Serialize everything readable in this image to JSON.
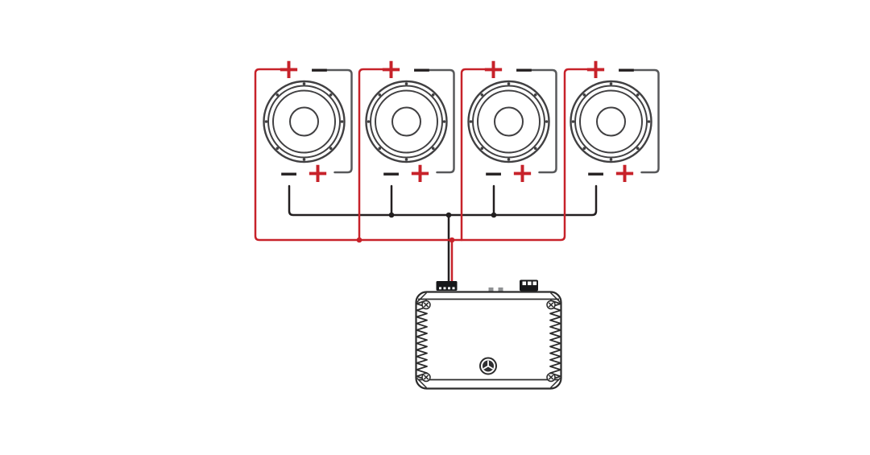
{
  "colors": {
    "positive_wire_red": "#c7222a",
    "negative_wire_black": "#231f20",
    "series_jumper_gray": "#58595b",
    "speaker_outline_gray": "#414042",
    "background": "#ffffff"
  },
  "speakers": [
    {
      "name": "subwoofer-1",
      "terminals": {
        "top_plus": "+",
        "top_minus": "−",
        "bottom_minus": "−",
        "bottom_plus": "+"
      }
    },
    {
      "name": "subwoofer-2",
      "terminals": {
        "top_plus": "+",
        "top_minus": "−",
        "bottom_minus": "−",
        "bottom_plus": "+"
      }
    },
    {
      "name": "subwoofer-3",
      "terminals": {
        "top_plus": "+",
        "top_minus": "−",
        "bottom_minus": "−",
        "bottom_plus": "+"
      }
    },
    {
      "name": "subwoofer-4",
      "terminals": {
        "top_plus": "+",
        "top_minus": "−",
        "bottom_minus": "−",
        "bottom_plus": "+"
      }
    }
  ],
  "amplifier": {
    "name": "monoblock-amplifier",
    "logo": "jl-audio-emblem",
    "speaker_terminal": "speaker-output-terminal",
    "right_connector": "power-connector"
  },
  "wiring": {
    "positive_bus": "red wire joining all subwoofer top + terminals and amplifier speaker output +",
    "negative_bus": "black wire joining all subwoofer bottom − terminals and amplifier speaker output −",
    "series_jumper": "gray jumper joining top − to bottom + on each subwoofer"
  }
}
